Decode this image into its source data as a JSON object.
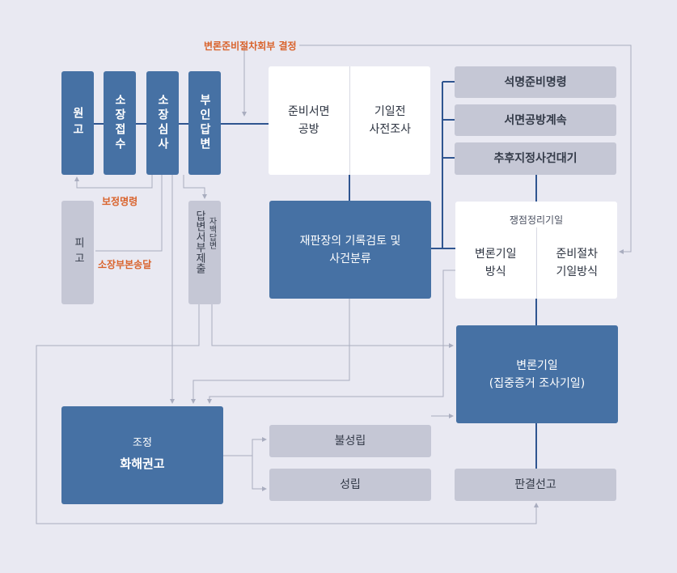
{
  "labels": {
    "decision": "변론준비절차회부 결정",
    "correction_order": "보정명령",
    "service": "소장부본송달"
  },
  "nodes": {
    "plaintiff": "원고",
    "complaint_filing": "소장접수",
    "complaint_review": "소장심사",
    "no_answer": "부인답변",
    "defendant": "피고",
    "answer_submit": "답변서부제출",
    "self_confession": "자백답변",
    "prep_brief_1": "준비서면",
    "prep_brief_2": "공방",
    "pre_date_1": "기일전",
    "pre_date_2": "사전조사",
    "written_order": "석명준비명령",
    "written_cont": "서면공방계속",
    "later_date": "추후지정사건대기",
    "judge_review_1": "재판장의 기록검토 및",
    "judge_review_2": "사건분류",
    "issue_date": "쟁점정리기일",
    "oral_date_1": "변론기일",
    "oral_date_2": "방식",
    "prep_proc_1": "준비절차",
    "prep_proc_2": "기일방식",
    "main_date_1": "변론기일",
    "main_date_2": "(집중증거 조사기일)",
    "mediation": "조정",
    "settlement": "화해권고",
    "not_established": "불성립",
    "established": "성립",
    "judgment": "판결선고"
  },
  "colors": {
    "background": "#e9e9f2",
    "blue": "#4671a4",
    "gray": "#c5c7d5",
    "white": "#ffffff",
    "accent": "#d9622b",
    "thin_line": "#a9adbf",
    "thick_line": "#2f5590"
  }
}
